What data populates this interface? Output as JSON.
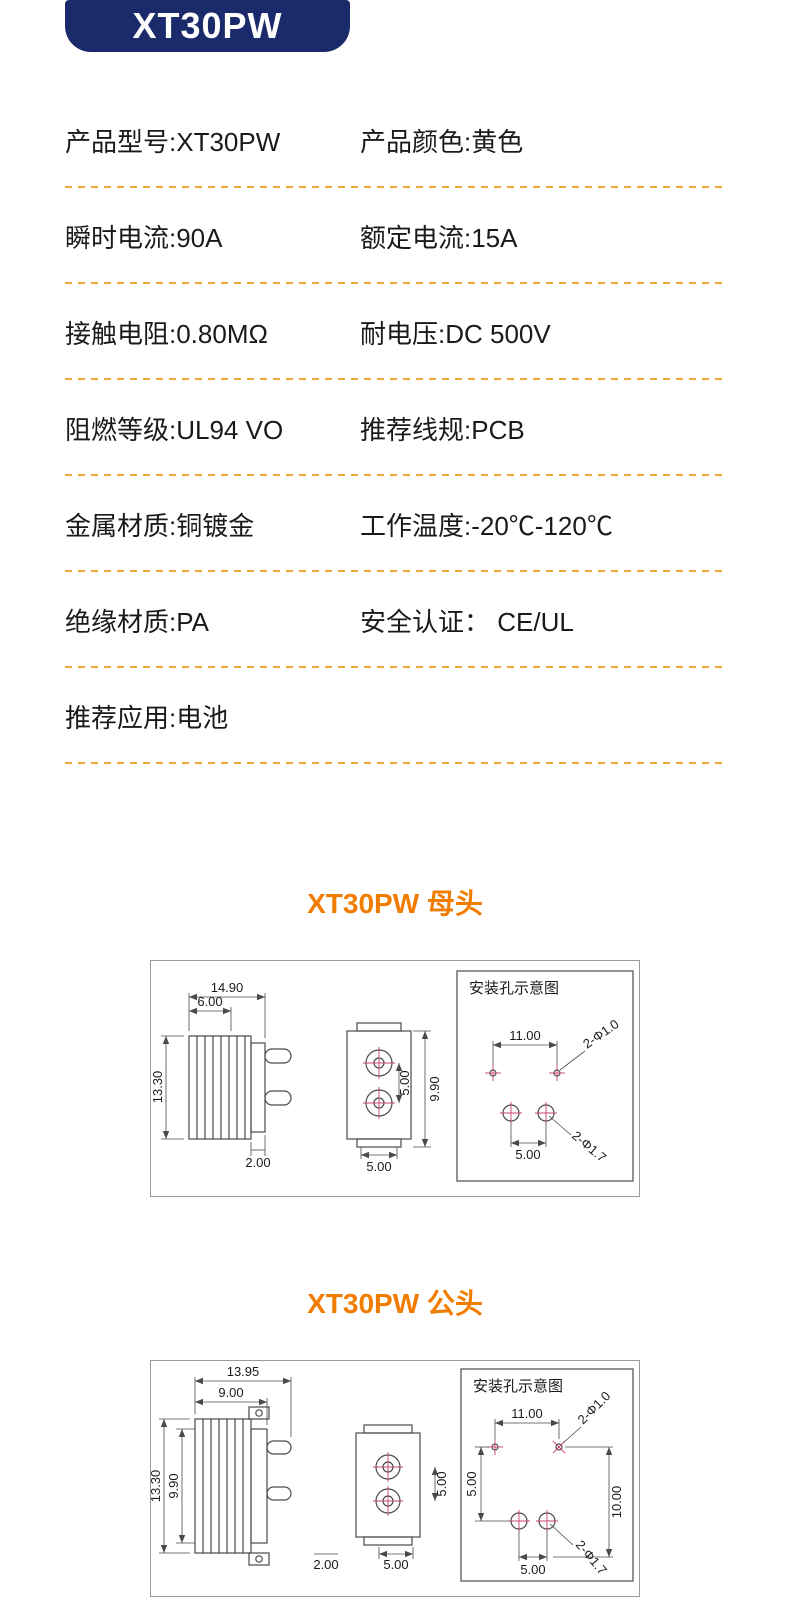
{
  "colors": {
    "badge-bg": "#1b2a6b",
    "badge-text": "#ffffff",
    "divider": "#f0a43c",
    "accent": "#f07c00",
    "text": "#1a1a1a",
    "line": "#4a4a4a",
    "mark": "#c8416b",
    "box-border": "#9a9a9a"
  },
  "badge": {
    "label": "XT30PW"
  },
  "specs": {
    "rows": [
      {
        "left": "产品型号:XT30PW",
        "right": "产品颜色:黄色"
      },
      {
        "left": "瞬时电流:90A",
        "right": "额定电流:15A"
      },
      {
        "left": "接触电阻:0.80MΩ",
        "right": "耐电压:DC 500V"
      },
      {
        "left": "阻燃等级:UL94 VO",
        "right": "推荐线规:PCB"
      },
      {
        "left": "金属材质:铜镀金",
        "right": "工作温度:-20℃-120℃"
      },
      {
        "left": "绝缘材质:PA",
        "right": "安全认证： CE/UL"
      },
      {
        "left": "推荐应用:电池",
        "right": ""
      }
    ]
  },
  "female": {
    "section_title": "XT30PW 母头",
    "diagram_title": "安装孔示意图",
    "dims": {
      "overall_width": "14.90",
      "top_width": "6.00",
      "height": "13.30",
      "pin_offset": "2.00",
      "bottom_pitch": "5.00",
      "hole_pitch": "5.00",
      "body_depth": "9.90",
      "mount_hole_spacing": "11.00",
      "small_holes": "2-Φ1.0",
      "large_holes": "2-Φ1.7",
      "large_hole_spacing": "5.00"
    }
  },
  "male": {
    "section_title": "XT30PW 公头",
    "diagram_title": "安装孔示意图",
    "dims": {
      "overall_width": "13.95",
      "top_width": "9.00",
      "height": "13.30",
      "inner_height": "9.90",
      "pin_offset": "2.00",
      "bottom_pitch": "5.00",
      "hole_pitch": "5.00",
      "mount_hole_spacing": "11.00",
      "small_holes": "2-Φ1.0",
      "row_spacing": "5.00",
      "total_height": "10.00",
      "large_holes": "2-Φ1.7",
      "large_hole_spacing": "5.00"
    }
  }
}
